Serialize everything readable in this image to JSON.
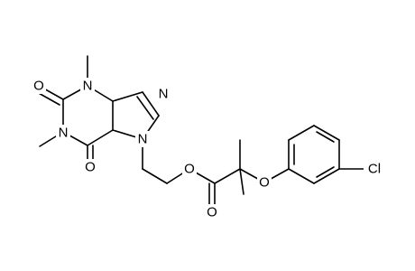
{
  "atoms": {
    "o_upper": "O",
    "n_upper": "N",
    "n_imid": "N",
    "n_left": "N",
    "n_lower": "N",
    "o_lower": "O",
    "o_ester": "O",
    "o_ether": "O",
    "o_carbonyl": "O",
    "cl": "Cl"
  }
}
